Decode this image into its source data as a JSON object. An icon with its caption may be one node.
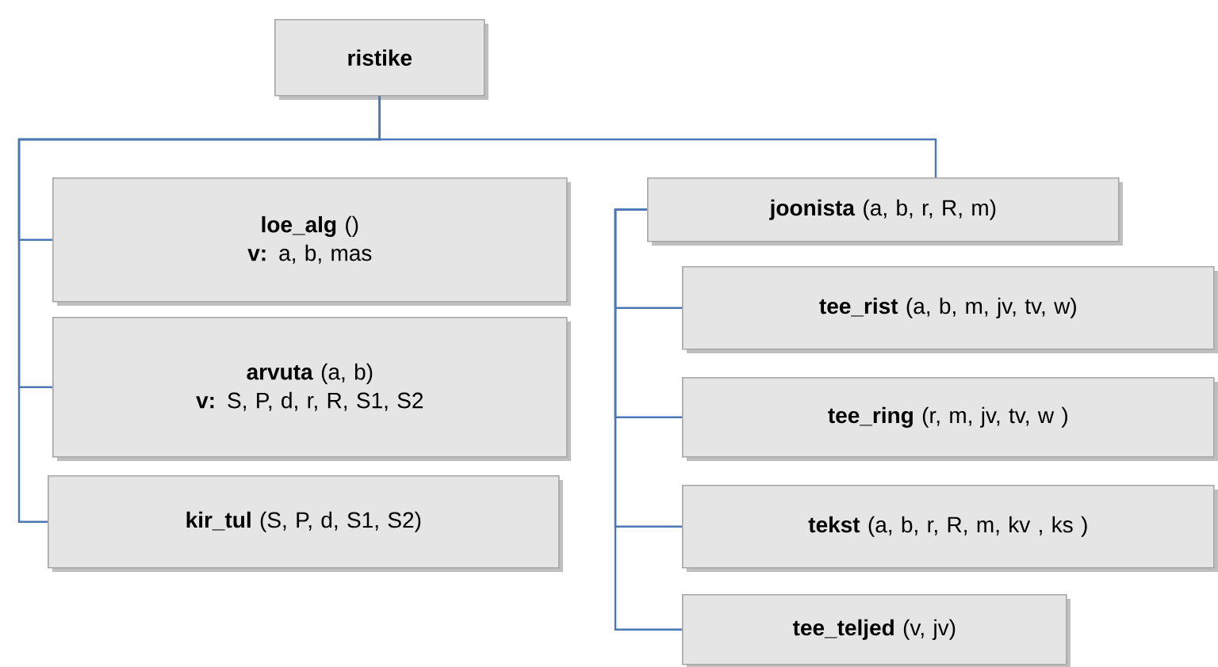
{
  "diagram": {
    "nodes": [
      {
        "text": [
          "**ristike**"
        ]
      },
      {
        "text": [
          "**loe_alg** ()",
          "**v:** a, b, mas"
        ]
      },
      {
        "text": [
          "**arvuta** (a, b)",
          "**v:** S, P, d, r, R, S1, S2"
        ]
      },
      {
        "text": [
          "**kir_tul** (S, P, d, S1, S2)"
        ]
      },
      {
        "text": [
          "**joonista** (a, b, r, R, m)"
        ]
      },
      {
        "text": [
          "**tee_rist** (a, b, m, jv, tv, w)"
        ]
      },
      {
        "text": [
          "**tee_ring** (r, m, jv, tv, w )"
        ]
      },
      {
        "text": [
          "**tekst** (a, b, r, R, m, kv , ks )"
        ]
      },
      {
        "text": [
          "**tee_teljed** (v, jv)"
        ]
      }
    ],
    "edges": [
      {
        "from": 0,
        "to": 1,
        "arrow": "none"
      },
      {
        "from": 0,
        "to": 2,
        "arrow": "none"
      },
      {
        "from": 0,
        "to": 3,
        "arrow": "none"
      },
      {
        "from": 0,
        "to": 4,
        "arrow": "none"
      },
      {
        "from": 4,
        "to": 5,
        "arrow": "none"
      },
      {
        "from": 4,
        "to": 6,
        "arrow": "none"
      },
      {
        "from": 4,
        "to": 7,
        "arrow": "none"
      },
      {
        "from": 4,
        "to": 8,
        "arrow": "none"
      }
    ]
  }
}
